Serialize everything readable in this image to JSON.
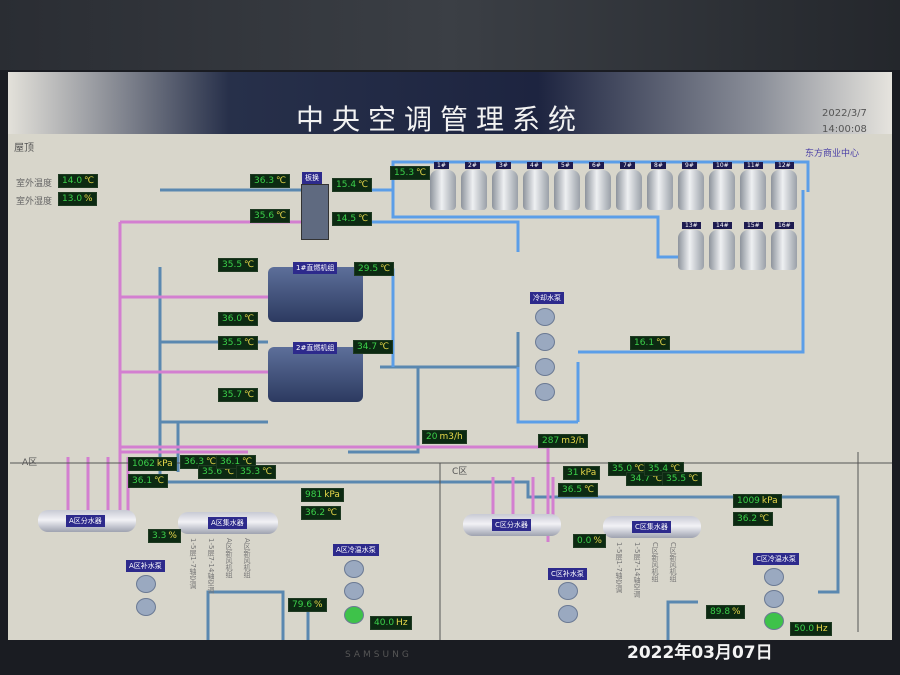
{
  "header": {
    "title": "中央空调管理系统",
    "date": "2022/3/7",
    "time": "14:00:08",
    "company": "东方商业中心"
  },
  "roof": {
    "section_label": "屋顶",
    "outdoor_temp_label": "室外温度",
    "outdoor_temp": "14.0",
    "outdoor_hum_label": "室外湿度",
    "outdoor_hum": "13.0"
  },
  "units": {
    "c": "℃",
    "pct": "%",
    "kpa": "kPa",
    "flow": "m3/h",
    "hz": "Hz"
  },
  "plant": {
    "heat_exchanger_label": "板换",
    "hx_hot_in": "36.3",
    "hx_hot_out": "35.6",
    "hx_cold_out": "15.4",
    "hx_cold_in": "14.5",
    "tower_supply": "15.3",
    "chiller1_label": "1#直燃机组",
    "chiller1_in": "35.5",
    "chiller1_out": "36.0",
    "chiller1_cw": "29.5",
    "chiller2_label": "2#直燃机组",
    "chiller2_in": "35.5",
    "chiller2_out": "35.7",
    "chiller2_cw": "34.7",
    "cooling_pump_label": "冷却水泵",
    "cooling_return": "16.1",
    "flow1": "20",
    "flow2": "287",
    "towers": [
      "1#",
      "2#",
      "3#",
      "4#",
      "5#",
      "6#",
      "7#",
      "8#",
      "9#",
      "10#",
      "11#",
      "12#",
      "13#",
      "14#",
      "15#",
      "16#"
    ]
  },
  "zone_a": {
    "label": "A区",
    "pressure_supply": "1062",
    "temp_supply": "36.1",
    "branch_temps": [
      "36.3",
      "35.6",
      "36.1",
      "35.3"
    ],
    "pressure_return": "981",
    "temp_return": "36.2",
    "valve": "3.3",
    "pump_valve": "79.6",
    "freq": "40.0",
    "distributor": "A区分水器",
    "collector": "A区集水器",
    "makeup_pump": "A区补水泵",
    "circ_pump": "A区冷温水泵",
    "branches": [
      "1-5层1-7轴空调",
      "1-5层7-14轴空调",
      "A区新风机组",
      "A区新风机组"
    ]
  },
  "zone_c": {
    "label": "C区",
    "pressure_supply": "31",
    "temp_supply": "36.5",
    "branch_temps": [
      "35.0",
      "34.7",
      "35.4",
      "35.5"
    ],
    "pressure_return": "1009",
    "temp_return": "36.2",
    "valve": "0.0",
    "pump_valve": "89.8",
    "freq": "50.0",
    "distributor": "C区分水器",
    "collector": "C区集水器",
    "makeup_pump": "C区补水泵",
    "circ_pump": "C区冷温水泵",
    "branches": [
      "1-5层1-7轴空调",
      "1-5层7-14轴空调",
      "C区新风机组",
      "C区新风机组"
    ]
  },
  "photo": {
    "timestamp": "2022年03月07日",
    "monitor_brand": "SAMSUNG"
  }
}
